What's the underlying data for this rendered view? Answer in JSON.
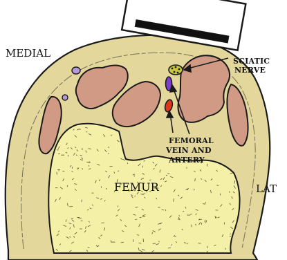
{
  "labels": {
    "medial": "MEDIAL",
    "lateral": "LAT",
    "femur": "FEMUR",
    "sciatic_line1": "SCIATIC",
    "sciatic_line2": "NERVE",
    "femoral_line1": "FEMORAL",
    "femoral_line2": "VEIN AND",
    "femoral_line3": "ARTERY"
  },
  "colors": {
    "outline": "#1a1a1a",
    "tissue": "#e3d79b",
    "muscle": "#d09a84",
    "bone": "#f4f0a8",
    "vein": "#7a40cc",
    "artery": "#e0381c",
    "nerve": "#c9c640",
    "small_vessel": "#b79adc",
    "probe_face": "#111111",
    "probe_body": "#ffffff"
  }
}
